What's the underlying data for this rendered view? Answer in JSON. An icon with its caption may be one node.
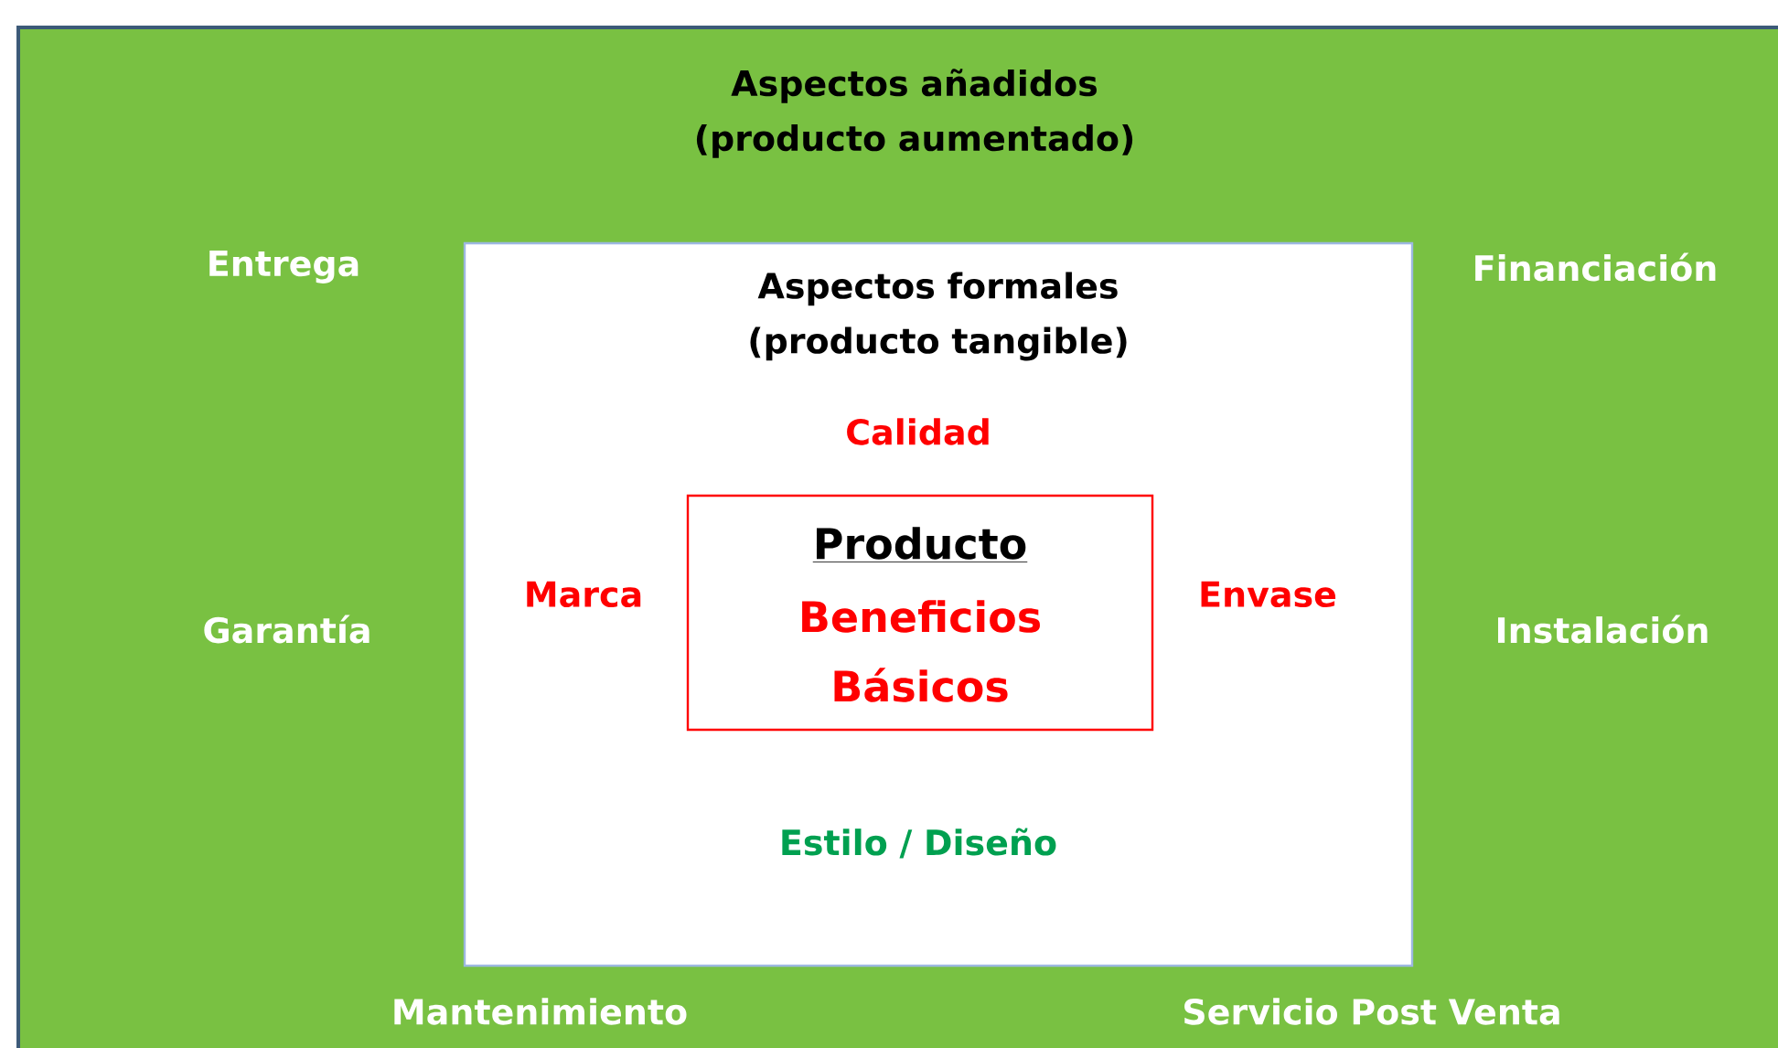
{
  "diagram": {
    "nodes": [
      {
        "text": [
          "Aspectos añadidos (producto aumentado)"
        ]
      },
      {
        "text": [
          "Aspectos formales (producto tangible)"
        ],
        "in": 0
      },
      {
        "text": [
          "Producto",
          "Beneficios Básicos"
        ],
        "in": 1
      }
    ],
    "labels": [
      "Entrega",
      "Financiación",
      "Calidad",
      "Marca",
      "Envase",
      "Garantía",
      "Instalación",
      "Estilo / Diseño",
      "Mantenimiento",
      "Servicio Post Venta"
    ]
  }
}
